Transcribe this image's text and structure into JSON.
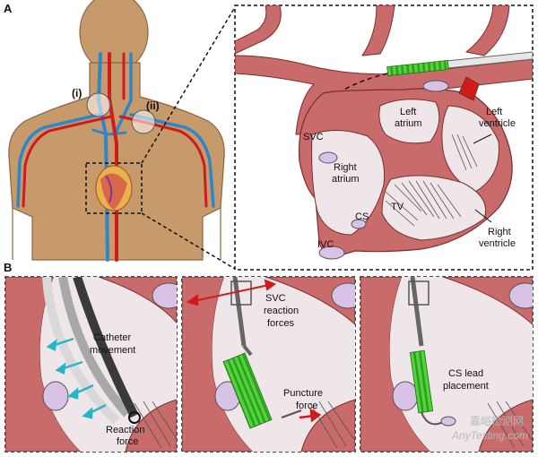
{
  "panel_a": {
    "letter": "A",
    "inset_i": "(i)",
    "inset_ii": "(ii)",
    "labels": {
      "svc": "SVC",
      "left_atrium_1": "Left",
      "left_atrium_2": "atrium",
      "left_ventricle_1": "Left",
      "left_ventricle_2": "ventricle",
      "right_atrium_1": "Right",
      "right_atrium_2": "atrium",
      "cs": "CS",
      "tv": "TV",
      "ivc": "IVC",
      "right_ventricle_1": "Right",
      "right_ventricle_2": "ventricle"
    }
  },
  "panel_b": {
    "letter": "B",
    "sub1": {
      "caption_1": "Catheter",
      "caption_2": "movement",
      "reaction_1": "Reaction",
      "reaction_2": "force"
    },
    "sub2": {
      "svc_1": "SVC",
      "svc_2": "reaction",
      "svc_3": "forces",
      "puncture_1": "Puncture",
      "puncture_2": "force"
    },
    "sub3": {
      "caption_1": "CS lead",
      "caption_2": "placement"
    }
  },
  "watermark": {
    "line1": "嘉峪检测网",
    "line2": "AnyTesting.com"
  },
  "colors": {
    "vessel": "#c96b6b",
    "artery": "#d11a1a",
    "vein": "#2e86c8",
    "skin": "#c79a6b",
    "coil": "#3fbf2a",
    "cavity": "#efe6ea",
    "ring": "#d8c3e6"
  }
}
